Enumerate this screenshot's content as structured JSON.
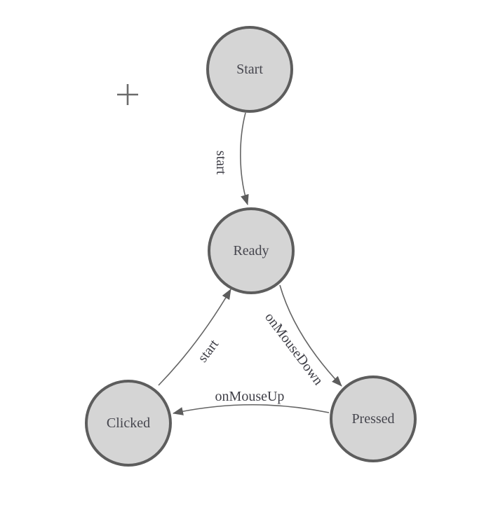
{
  "diagram": {
    "kind": "finite-state-machine",
    "background_color": "#ffffff",
    "colors": {
      "node_fill": "#d5d5d5",
      "node_stroke": "#5d5d5d",
      "edge_stroke": "#646464",
      "arrowhead_fill": "#5d5d5d",
      "node_text": "#46464e",
      "edge_text": "#3f3f47",
      "plus_marker": "#6b6b6b"
    },
    "icons": {
      "origin_plus": "plus-cross-marker"
    },
    "nodes": [
      {
        "id": "start",
        "label": "Start"
      },
      {
        "id": "ready",
        "label": "Ready"
      },
      {
        "id": "clicked",
        "label": "Clicked"
      },
      {
        "id": "pressed",
        "label": "Pressed"
      }
    ],
    "edges": [
      {
        "from": "start",
        "to": "ready",
        "label": "start"
      },
      {
        "from": "ready",
        "to": "pressed",
        "label": "onMouseDown"
      },
      {
        "from": "clicked",
        "to": "ready",
        "label": "start"
      },
      {
        "from": "pressed",
        "to": "clicked",
        "label": "onMouseUp"
      }
    ]
  }
}
